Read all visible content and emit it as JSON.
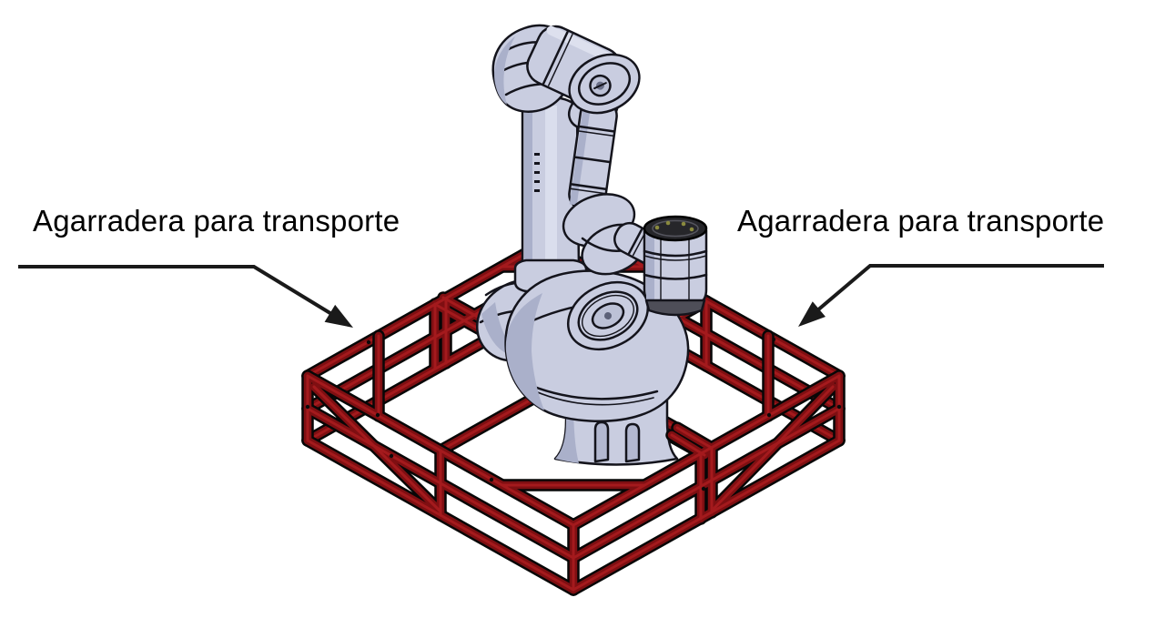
{
  "callouts": {
    "left": {
      "label": "Agarradera para transporte"
    },
    "right": {
      "label": "Agarradera para transporte"
    }
  },
  "icons": {
    "left_arrow": "arrowhead-pointing-down-right",
    "right_arrow": "arrowhead-pointing-down-left"
  },
  "colors": {
    "background": "#ffffff",
    "text": "#000000",
    "leader_line": "#1a1a1a",
    "frame_outline": "#070707",
    "frame_red": "#7f0f12",
    "frame_red_highlight": "#a41a1d",
    "robot_body": "#c9cde0",
    "robot_shade": "#aab0ca",
    "robot_outline": "#14141c",
    "tool_flange_dark": "#26262a",
    "flange_connector_dots": "#8a8a3e"
  }
}
